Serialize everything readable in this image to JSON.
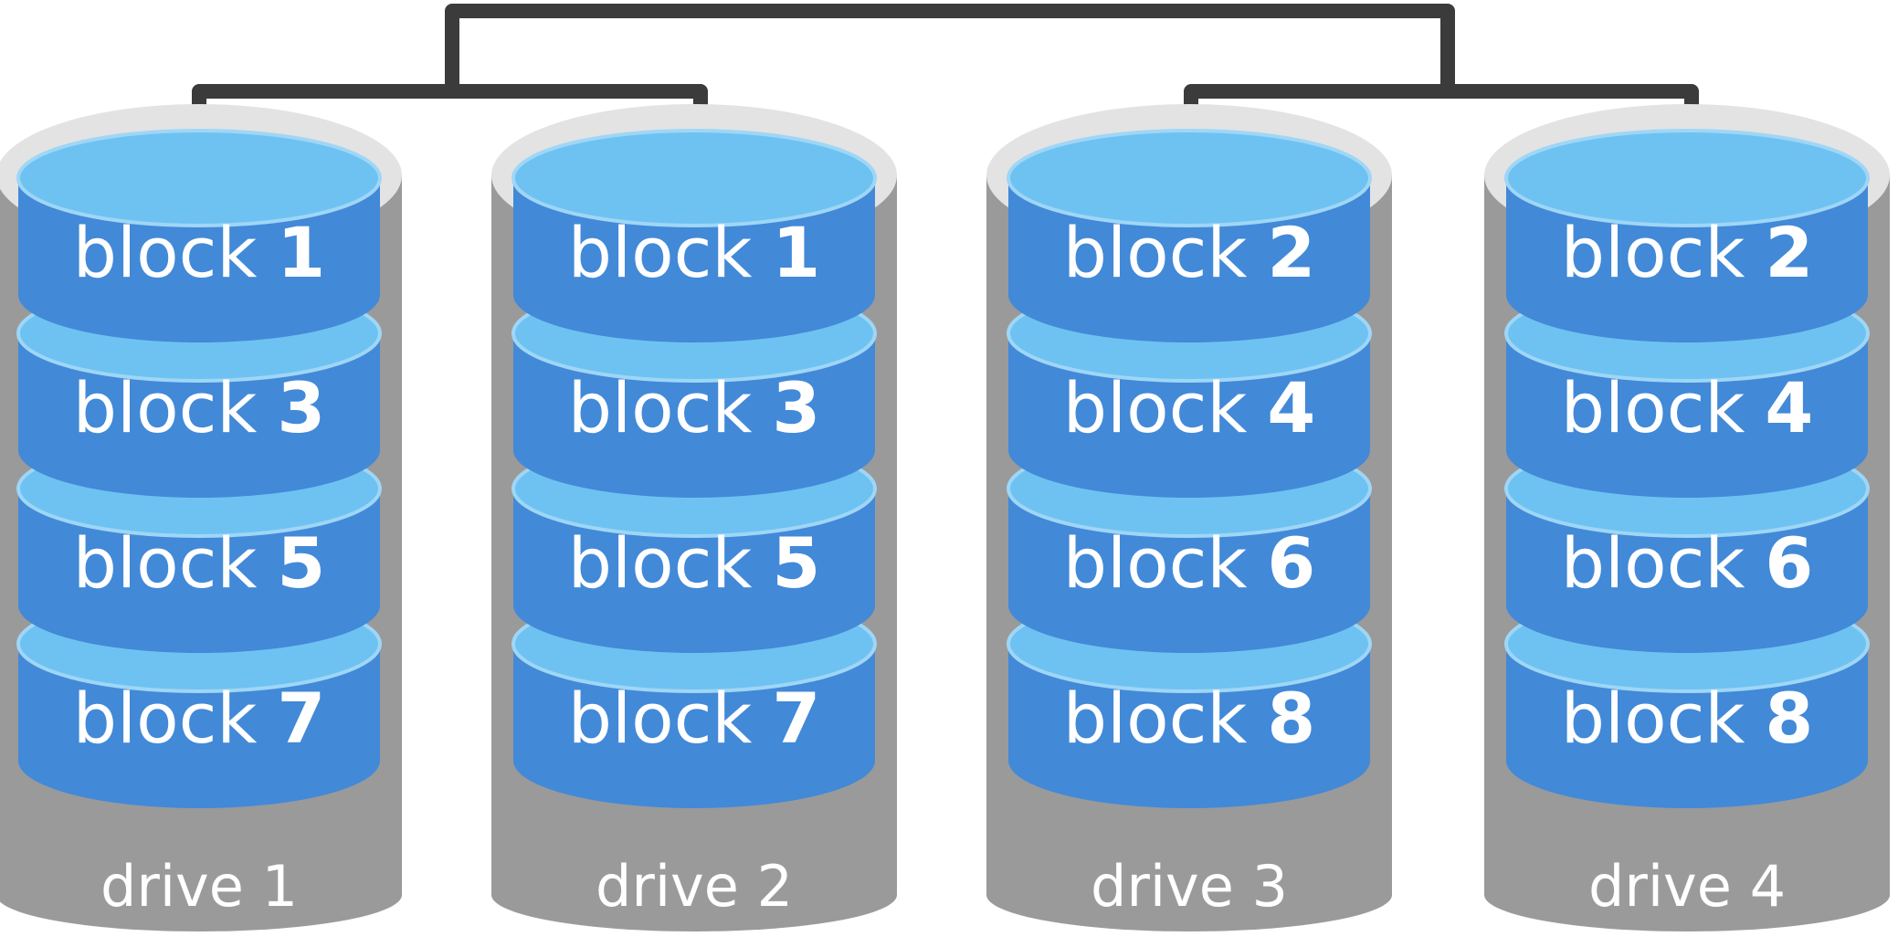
{
  "drives": [
    {
      "label": "drive 1",
      "blocks": [
        {
          "word": "block",
          "num": "1"
        },
        {
          "word": "block",
          "num": "3"
        },
        {
          "word": "block",
          "num": "5"
        },
        {
          "word": "block",
          "num": "7"
        }
      ]
    },
    {
      "label": "drive 2",
      "blocks": [
        {
          "word": "block",
          "num": "1"
        },
        {
          "word": "block",
          "num": "3"
        },
        {
          "word": "block",
          "num": "5"
        },
        {
          "word": "block",
          "num": "7"
        }
      ]
    },
    {
      "label": "drive 3",
      "blocks": [
        {
          "word": "block",
          "num": "2"
        },
        {
          "word": "block",
          "num": "4"
        },
        {
          "word": "block",
          "num": "6"
        },
        {
          "word": "block",
          "num": "8"
        }
      ]
    },
    {
      "label": "drive 4",
      "blocks": [
        {
          "word": "block",
          "num": "2"
        },
        {
          "word": "block",
          "num": "4"
        },
        {
          "word": "block",
          "num": "6"
        },
        {
          "word": "block",
          "num": "8"
        }
      ]
    }
  ],
  "colors": {
    "drive_body": "#9a9a9a",
    "drive_rim": "#e3e3e3",
    "block_side": "#4289d8",
    "block_top": "#6ec2f2",
    "block_edge": "#9fd6f6",
    "connector": "#3b3b3b",
    "text": "#ffffff"
  }
}
